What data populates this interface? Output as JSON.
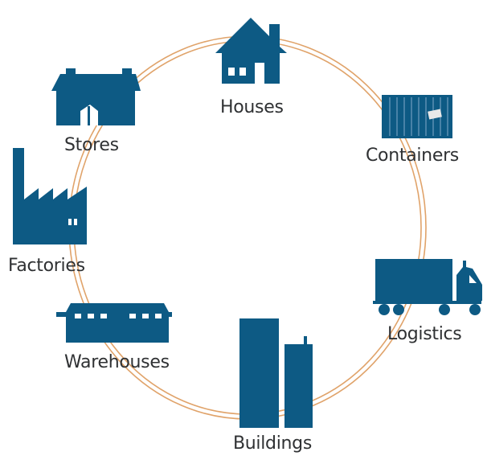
{
  "colors": {
    "icon": "#0d5a84",
    "ring": "#e0a36a",
    "text": "#2f3133",
    "background": "#ffffff"
  },
  "nodes": [
    {
      "key": "houses",
      "label": "Houses",
      "icon": "house-icon"
    },
    {
      "key": "containers",
      "label": "Containers",
      "icon": "shipping-container-icon"
    },
    {
      "key": "logistics",
      "label": "Logistics",
      "icon": "truck-icon"
    },
    {
      "key": "buildings",
      "label": "Buildings",
      "icon": "tall-buildings-icon"
    },
    {
      "key": "warehouses",
      "label": "Warehouses",
      "icon": "warehouse-icon"
    },
    {
      "key": "factories",
      "label": "Factories",
      "icon": "factory-icon"
    },
    {
      "key": "stores",
      "label": "Stores",
      "icon": "store-icon"
    }
  ]
}
